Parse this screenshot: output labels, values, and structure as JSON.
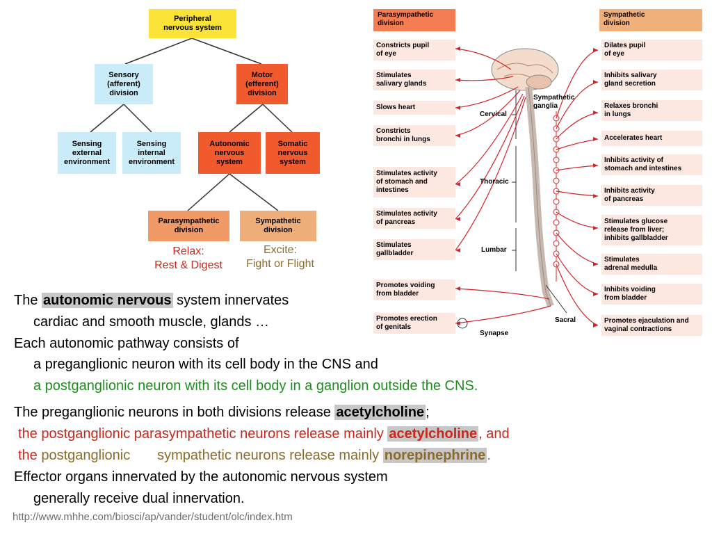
{
  "hierarchy": {
    "pns": "Peripheral\nnervous system",
    "sensory": "Sensory\n(afferent)\ndivision",
    "motor": "Motor\n(efferent)\ndivision",
    "sense_ext": "Sensing\nexternal\nenvironment",
    "sense_int": "Sensing\ninternal\nenvironment",
    "autonomic": "Autonomic\nnervous\nsystem",
    "somatic": "Somatic\nnervous\nsystem",
    "para": "Parasympathetic\ndivision",
    "symp": "Sympathetic\ndivision",
    "para_caption": "Relax:\nRest & Digest",
    "symp_caption": "Excite:\nFight or Flight"
  },
  "figure": {
    "para_header": "Parasympathetic\ndivision",
    "symp_header": "Sympathetic\ndivision",
    "para_effects": [
      "Constricts pupil\nof eye",
      "Stimulates\nsalivary glands",
      "Slows heart",
      "Constricts\nbronchi in lungs",
      "Stimulates activity\nof stomach and\nintestines",
      "Stimulates activity\nof pancreas",
      "Stimulates\ngallbladder",
      "Promotes voiding\nfrom bladder",
      "Promotes erection\nof genitals"
    ],
    "symp_effects": [
      "Dilates pupil\nof eye",
      "Inhibits salivary\ngland secretion",
      "Relaxes bronchi\nin lungs",
      "Accelerates heart",
      "Inhibits activity of\nstomach and intestines",
      "Inhibits activity\nof pancreas",
      "Stimulates glucose\nrelease from liver;\ninhibits gallbladder",
      "Stimulates\nadrenal medulla",
      "Inhibits voiding\nfrom bladder",
      "Promotes ejaculation and\nvaginal contractions"
    ],
    "labels": {
      "ganglia": "Sympathetic\nganglia",
      "cervical": "Cervical",
      "thoracic": "Thoracic",
      "lumbar": "Lumbar",
      "sacral": "Sacral",
      "synapse": "Synapse"
    }
  },
  "text": {
    "l1_a": "The ",
    "l1_b": "autonomic nervous",
    "l1_c": " system innervates",
    "l2": "cardiac and smooth muscle, glands …",
    "l3": "Each autonomic pathway consists of",
    "l4": "a preganglionic neuron with its cell body in the CNS and",
    "l5": "a postganglionic neuron with its cell body in a ganglion outside the CNS.",
    "l6_a": "The preganglionic neurons in both divisions release ",
    "l6_b": "acetylcholine",
    "l6_c": ";",
    "l7_a": "the ",
    "l7_b": "postganglionic parasympathetic neurons release mainly ",
    "l7_c": "acetylcholine",
    "l7_d": ", and",
    "l8_a": "the ",
    "l8_b": "postganglionic       sympathetic neurons release mainly ",
    "l8_c": "norepinephrine",
    "l8_d": ".",
    "l9": "Effector organs innervated by the autonomic nervous system",
    "l10": "generally receive dual innervation.",
    "url": "http://www.mhhe.com/biosci/ap/vander/student/olc/index.htm"
  },
  "colors": {
    "yellow": "#fbe437",
    "blue": "#c9ecf8",
    "red": "#f15a2c",
    "salmon": "#f19a66",
    "tan": "#edae7a",
    "nerve_red": "#d6232a"
  }
}
